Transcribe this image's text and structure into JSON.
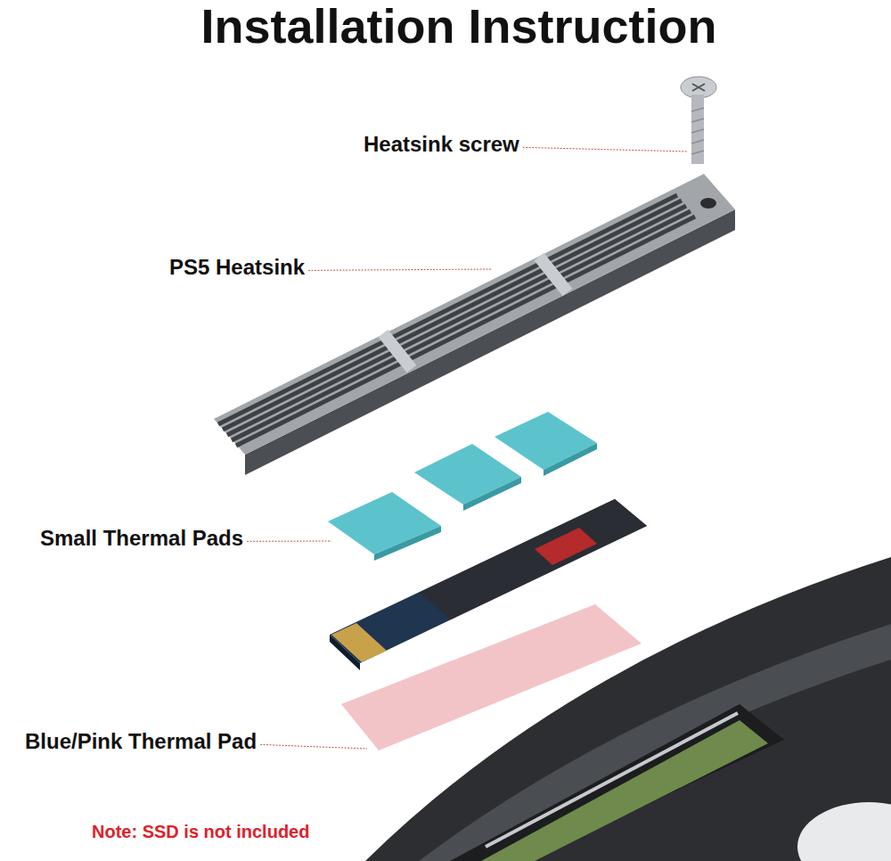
{
  "diagram": {
    "title": "Installation Instruction",
    "labels": [
      "Heatsink screw",
      "PS5 Heatsink",
      "Small Thermal Pads",
      "Blue/Pink Thermal Pad",
      "Note: SSD is not included"
    ]
  }
}
